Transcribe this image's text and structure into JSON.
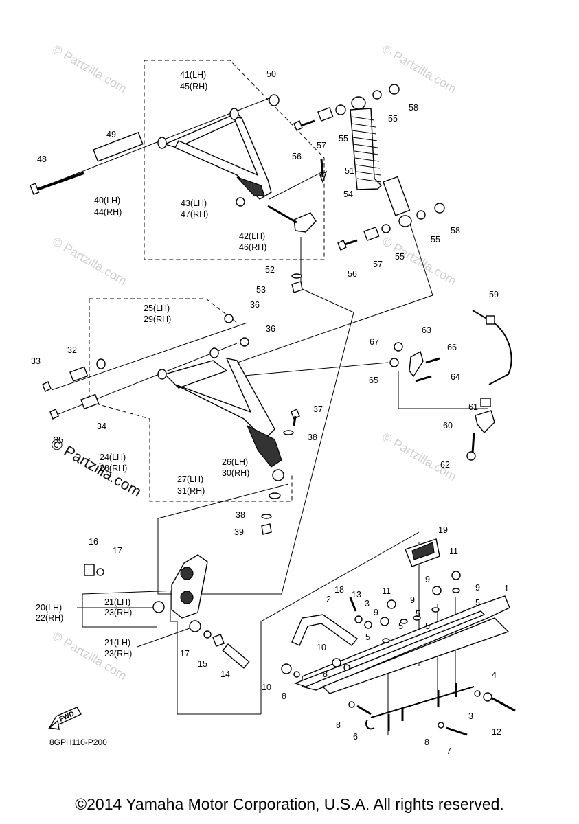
{
  "copyright": "©2014 Yamaha Motor Corporation, U.S.A. All rights reserved.",
  "diagram_code": "8GPH110-P200",
  "fwd_label": "FWD",
  "watermark_text": "© Partzilla.com",
  "callouts": [
    {
      "id": "50",
      "text": "50"
    },
    {
      "id": "41",
      "text": "41(LH)"
    },
    {
      "id": "45",
      "text": "45(RH)"
    },
    {
      "id": "49",
      "text": "49"
    },
    {
      "id": "48",
      "text": "48"
    },
    {
      "id": "40",
      "text": "40(LH)"
    },
    {
      "id": "44",
      "text": "44(RH)"
    },
    {
      "id": "43",
      "text": "43(LH)"
    },
    {
      "id": "47",
      "text": "47(RH)"
    },
    {
      "id": "42",
      "text": "42(LH)"
    },
    {
      "id": "46",
      "text": "46(RH)"
    },
    {
      "id": "51",
      "text": "51"
    },
    {
      "id": "52",
      "text": "52"
    },
    {
      "id": "53",
      "text": "53"
    },
    {
      "id": "54",
      "text": "54"
    },
    {
      "id": "56a",
      "text": "56"
    },
    {
      "id": "57a",
      "text": "57"
    },
    {
      "id": "55a",
      "text": "55"
    },
    {
      "id": "55b",
      "text": "55"
    },
    {
      "id": "58a",
      "text": "58"
    },
    {
      "id": "58b",
      "text": "58"
    },
    {
      "id": "55c",
      "text": "55"
    },
    {
      "id": "55d",
      "text": "55"
    },
    {
      "id": "57b",
      "text": "57"
    },
    {
      "id": "56b",
      "text": "56"
    },
    {
      "id": "25",
      "text": "25(LH)"
    },
    {
      "id": "29",
      "text": "29(RH)"
    },
    {
      "id": "36a",
      "text": "36"
    },
    {
      "id": "36b",
      "text": "36"
    },
    {
      "id": "32",
      "text": "32"
    },
    {
      "id": "33",
      "text": "33"
    },
    {
      "id": "34",
      "text": "34"
    },
    {
      "id": "35",
      "text": "35"
    },
    {
      "id": "37",
      "text": "37"
    },
    {
      "id": "38a",
      "text": "38"
    },
    {
      "id": "24",
      "text": "24(LH)"
    },
    {
      "id": "28",
      "text": "28(RH)"
    },
    {
      "id": "26",
      "text": "26(LH)"
    },
    {
      "id": "30",
      "text": "30(RH)"
    },
    {
      "id": "27",
      "text": "27(LH)"
    },
    {
      "id": "31",
      "text": "31(RH)"
    },
    {
      "id": "38b",
      "text": "38"
    },
    {
      "id": "39",
      "text": "39"
    },
    {
      "id": "59",
      "text": "59"
    },
    {
      "id": "63",
      "text": "63"
    },
    {
      "id": "67",
      "text": "67"
    },
    {
      "id": "66",
      "text": "66"
    },
    {
      "id": "65",
      "text": "65"
    },
    {
      "id": "64",
      "text": "64"
    },
    {
      "id": "61",
      "text": "61"
    },
    {
      "id": "60",
      "text": "60"
    },
    {
      "id": "62",
      "text": "62"
    },
    {
      "id": "16",
      "text": "16"
    },
    {
      "id": "17a",
      "text": "17"
    },
    {
      "id": "20",
      "text": "20(LH)"
    },
    {
      "id": "22",
      "text": "22(RH)"
    },
    {
      "id": "21a",
      "text": "21(LH)"
    },
    {
      "id": "23a",
      "text": "23(RH)"
    },
    {
      "id": "21b",
      "text": "21(LH)"
    },
    {
      "id": "23b",
      "text": "23(RH)"
    },
    {
      "id": "17b",
      "text": "17"
    },
    {
      "id": "15",
      "text": "15"
    },
    {
      "id": "14",
      "text": "14"
    },
    {
      "id": "19",
      "text": "19"
    },
    {
      "id": "11a",
      "text": "11"
    },
    {
      "id": "9a",
      "text": "9"
    },
    {
      "id": "9b",
      "text": "9"
    },
    {
      "id": "1",
      "text": "1"
    },
    {
      "id": "5a",
      "text": "5"
    },
    {
      "id": "18",
      "text": "18"
    },
    {
      "id": "13",
      "text": "13"
    },
    {
      "id": "11b",
      "text": "11"
    },
    {
      "id": "2",
      "text": "2"
    },
    {
      "id": "3a",
      "text": "3"
    },
    {
      "id": "9c",
      "text": "9"
    },
    {
      "id": "9d",
      "text": "9"
    },
    {
      "id": "5b",
      "text": "5"
    },
    {
      "id": "5c",
      "text": "5"
    },
    {
      "id": "5d",
      "text": "5"
    },
    {
      "id": "5e",
      "text": "5"
    },
    {
      "id": "10a",
      "text": "10"
    },
    {
      "id": "8a",
      "text": "8"
    },
    {
      "id": "10b",
      "text": "10"
    },
    {
      "id": "8b",
      "text": "8"
    },
    {
      "id": "4",
      "text": "4"
    },
    {
      "id": "3b",
      "text": "3"
    },
    {
      "id": "12",
      "text": "12"
    },
    {
      "id": "8c",
      "text": "8"
    },
    {
      "id": "6",
      "text": "6"
    },
    {
      "id": "8d",
      "text": "8"
    },
    {
      "id": "7",
      "text": "7"
    }
  ]
}
